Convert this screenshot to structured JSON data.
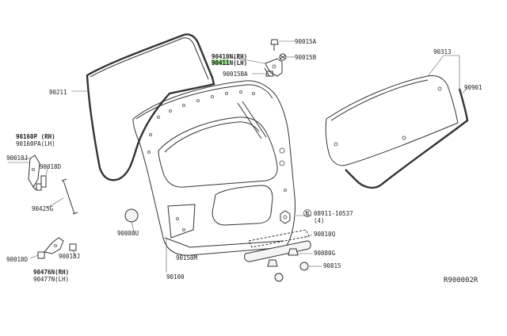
{
  "labels": {
    "p90211": "90211",
    "p90410n": "90410N(RH)",
    "p90411n": "90411N(LH)",
    "p90015a": "90015A",
    "p90015b": "90015B",
    "p90015ba": "90015BA",
    "p90313": "90313",
    "p90901": "90901",
    "p90160p": "90160P (RH)",
    "p90160pa": "90160PA(LH)",
    "p90018j_top": "90018J",
    "p90018d_top": "90018D",
    "p90425g": "90425G",
    "p90080u": "90080U",
    "p08911": "08911-10537",
    "p08911_qty": "(4)",
    "p90810q": "90810Q",
    "p90080g": "90080G",
    "p90815": "90815",
    "p90150m": "90150M",
    "p90100": "90100",
    "p90018d_bot": "90018D",
    "p90018j_bot": "90018J",
    "p90476n": "90476N(RH)",
    "p90477n": "90477N(LH)",
    "circle_n": "N"
  },
  "diagram_ref": "R900002R",
  "colors": {
    "line": "#333333",
    "highlight": "#7cd36b",
    "background": "#ffffff"
  }
}
